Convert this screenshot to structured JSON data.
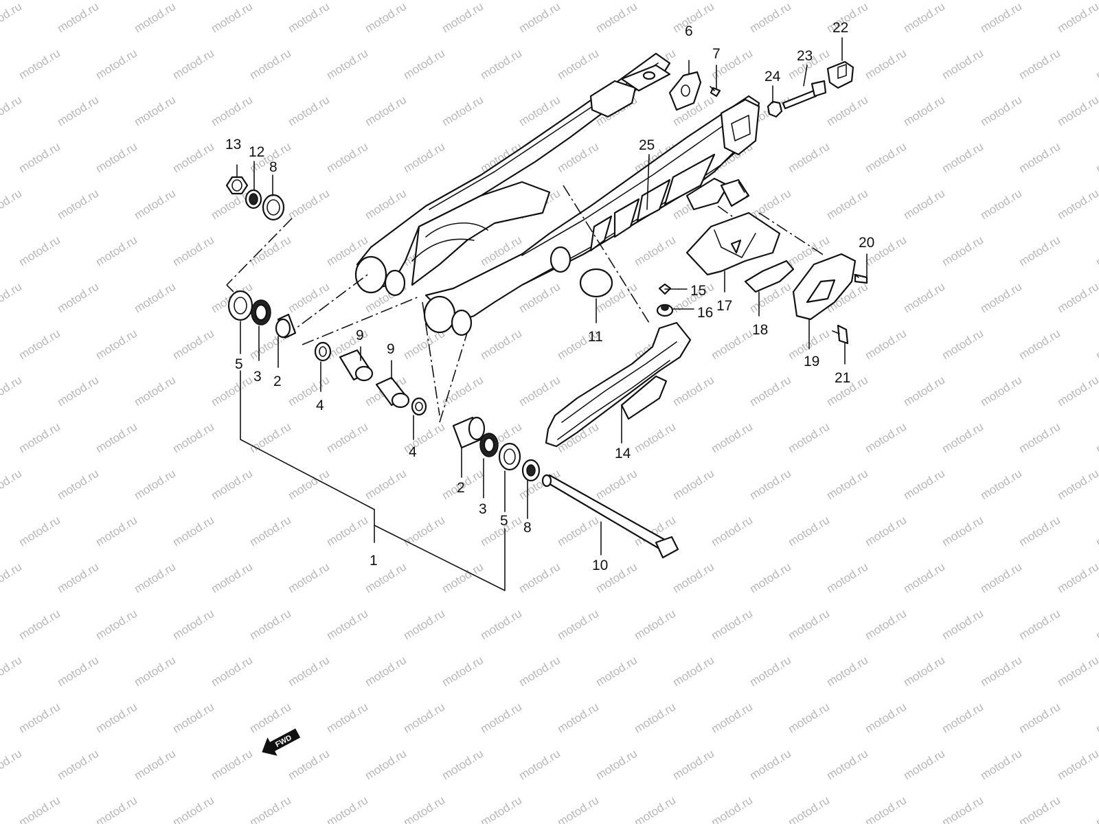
{
  "diagram": {
    "watermark": "motod.ru",
    "fwd_label": "FWD",
    "callouts": [
      {
        "id": "c1",
        "label": "1"
      },
      {
        "id": "c2a",
        "label": "2"
      },
      {
        "id": "c2b",
        "label": "2"
      },
      {
        "id": "c3a",
        "label": "3"
      },
      {
        "id": "c3b",
        "label": "3"
      },
      {
        "id": "c4a",
        "label": "4"
      },
      {
        "id": "c4b",
        "label": "4"
      },
      {
        "id": "c5a",
        "label": "5"
      },
      {
        "id": "c5b",
        "label": "5"
      },
      {
        "id": "c6",
        "label": "6"
      },
      {
        "id": "c7",
        "label": "7"
      },
      {
        "id": "c8a",
        "label": "8"
      },
      {
        "id": "c8b",
        "label": "8"
      },
      {
        "id": "c9a",
        "label": "9"
      },
      {
        "id": "c9b",
        "label": "9"
      },
      {
        "id": "c10",
        "label": "10"
      },
      {
        "id": "c11",
        "label": "11"
      },
      {
        "id": "c12",
        "label": "12"
      },
      {
        "id": "c13",
        "label": "13"
      },
      {
        "id": "c14",
        "label": "14"
      },
      {
        "id": "c15",
        "label": "15"
      },
      {
        "id": "c16",
        "label": "16"
      },
      {
        "id": "c17",
        "label": "17"
      },
      {
        "id": "c18",
        "label": "18"
      },
      {
        "id": "c19",
        "label": "19"
      },
      {
        "id": "c20",
        "label": "20"
      },
      {
        "id": "c21",
        "label": "21"
      },
      {
        "id": "c22",
        "label": "22"
      },
      {
        "id": "c23",
        "label": "23"
      },
      {
        "id": "c24",
        "label": "24"
      },
      {
        "id": "c25",
        "label": "25"
      }
    ]
  }
}
